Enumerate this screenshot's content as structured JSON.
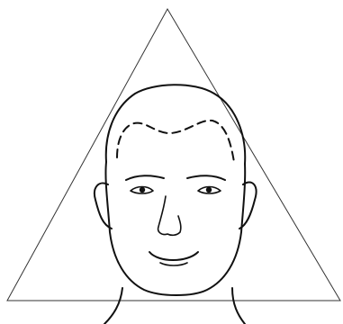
{
  "figure": {
    "subject": "head-in-triangle-face-shape",
    "colors": {
      "background": "#ffffff",
      "triangle_line": "#333333",
      "ink": "#111111"
    },
    "icons": {
      "triangle": "triangle-outline",
      "head": "bald-head-front-view",
      "hairline": "dashed-hairline",
      "eyes": "eyes",
      "eyebrows": "eyebrows",
      "nose": "nose",
      "mouth": "smiling-mouth",
      "ears": "ears",
      "neck": "neck"
    }
  }
}
